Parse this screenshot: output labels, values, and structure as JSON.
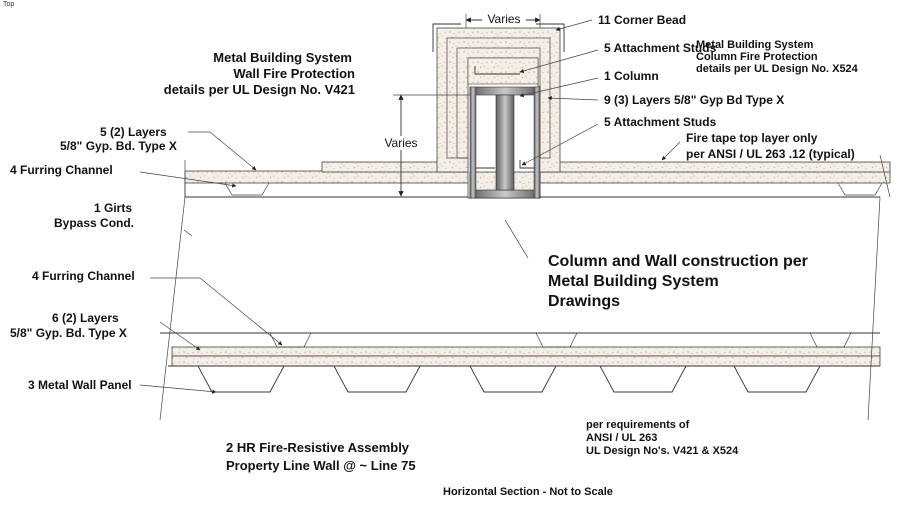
{
  "view": {
    "label": "Top"
  },
  "labels": {
    "varies_top": "Varies",
    "varies_left": "Varies",
    "corner_bead": "11  Corner Bead",
    "attach_studs_1": "5  Attachment Studs",
    "column": "1  Column",
    "gyp_layers_9": "9  (3) Layers 5/8\" Gyp Bd Type X",
    "attach_studs_2": "5  Attachment Studs",
    "fire_tape_1": "Fire tape top layer only",
    "fire_tape_2": "per ANSI / UL 263 .12 (typical)",
    "mbs_wall_1": "Metal Building System",
    "mbs_wall_2": "Wall Fire Protection",
    "mbs_wall_3": "details per UL Design No. V421",
    "mbs_col_1": "Metal Building System",
    "mbs_col_2": "Column Fire Protection",
    "mbs_col_3": "details per UL Design No. X524",
    "layers_5_1": "5  (2) Layers",
    "layers_5_2": "5/8\" Gyp. Bd. Type X",
    "furring_4a": "4  Furring Channel",
    "girts_1": "1  Girts",
    "girts_2": "Bypass Cond.",
    "construction_1": "Column and Wall construction per",
    "construction_2": "Metal Building System",
    "construction_3": "Drawings",
    "furring_4b": "4  Furring Channel",
    "layers_6_1": "6  (2) Layers",
    "layers_6_2": "5/8\" Gyp. Bd. Type X",
    "metal_panel": "3  Metal Wall Panel",
    "assembly_1": "2 HR Fire-Resistive Assembly",
    "assembly_2": "Property Line Wall @ ~ Line 75",
    "req_1": "per requirements of",
    "req_2": "ANSI / UL 263",
    "req_3": "UL Design No's. V421 & X524",
    "section_note": "Horizontal Section  -  Not to Scale"
  },
  "colors": {
    "gypsum_base": "#f3efe6",
    "speckle_pink": "#e6a8bf",
    "speckle_green": "#b9d7a5",
    "steel": "#8a8a8a",
    "line": "#333333"
  }
}
